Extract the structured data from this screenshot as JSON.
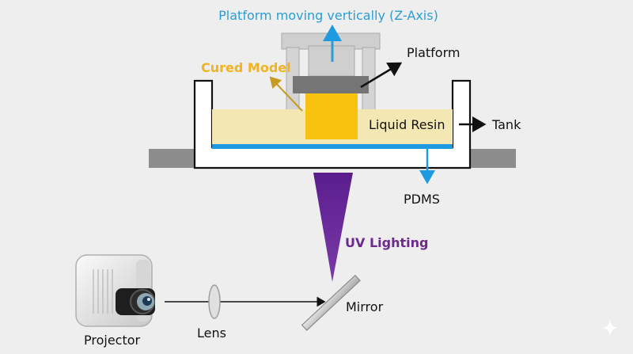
{
  "labels": {
    "z_axis": "Platform moving vertically (Z-Axis)",
    "platform": "Platform",
    "cured_model": "Cured Model",
    "liquid_resin": "Liquid Resin",
    "tank": "Tank",
    "pdms": "PDMS",
    "uv_lighting": "UV Lighting",
    "mirror": "Mirror",
    "lens": "Lens",
    "projector": "Projector"
  },
  "colors": {
    "background": "#eeeeee",
    "z_axis_text": "#2a9ed4",
    "cured_model_text": "#f0b323",
    "uv_text": "#6b2a8c",
    "resin": "#f3e7b3",
    "cured": "#f9c20f",
    "pdms": "#1e9be0",
    "platform": "#757575",
    "uv_beam": "#5a1e8c"
  },
  "icons": [
    "projector-icon",
    "lens-icon",
    "mirror-icon",
    "sparkle-icon"
  ]
}
